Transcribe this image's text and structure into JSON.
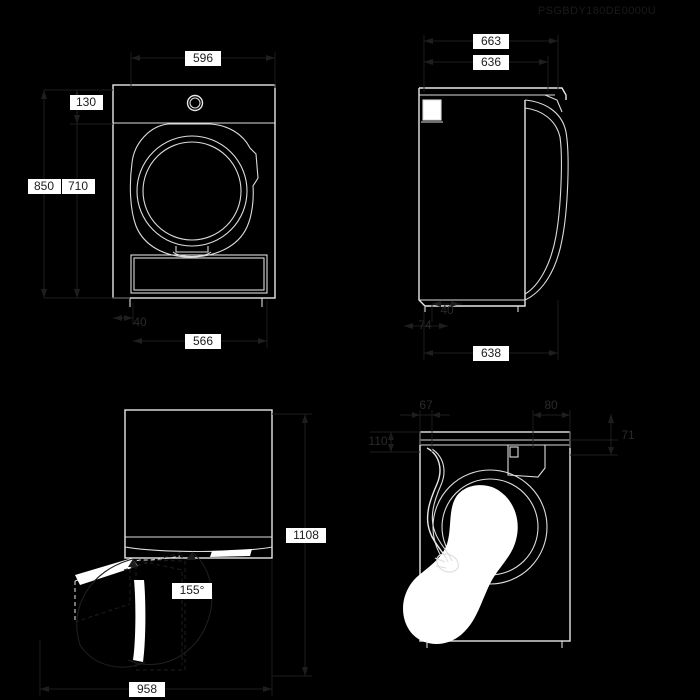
{
  "document": {
    "type": "technical-dimensional-drawing",
    "part_code": "PSGBDY180DE0000U",
    "background_color": "#000000",
    "line_color": "#1e1e1e",
    "label_text_color": "#1c1c1c",
    "label_box_color": "#ffffff",
    "units": "mm"
  },
  "views": {
    "front": {
      "name": "front-elevation",
      "dimensions": {
        "width_top": "596",
        "panel_height": "130",
        "overall_height": "850",
        "body_height": "710",
        "foot_offset": "40",
        "width_bottom": "566"
      }
    },
    "side": {
      "name": "side-elevation",
      "dimensions": {
        "depth_with_door": "663",
        "depth_body": "636",
        "foot_offset": "40",
        "plinth_offset": "74",
        "depth_bottom": "638"
      }
    },
    "plan": {
      "name": "plan-door-swing",
      "dimensions": {
        "total_depth": "1108",
        "total_width": "958",
        "door_opening_angle": "155°"
      }
    },
    "rear": {
      "name": "rear-view-connections",
      "dimensions": {
        "cable_offset_left": "67",
        "outlet_width": "80",
        "cable_height": "110",
        "outlet_height": "71"
      }
    }
  }
}
